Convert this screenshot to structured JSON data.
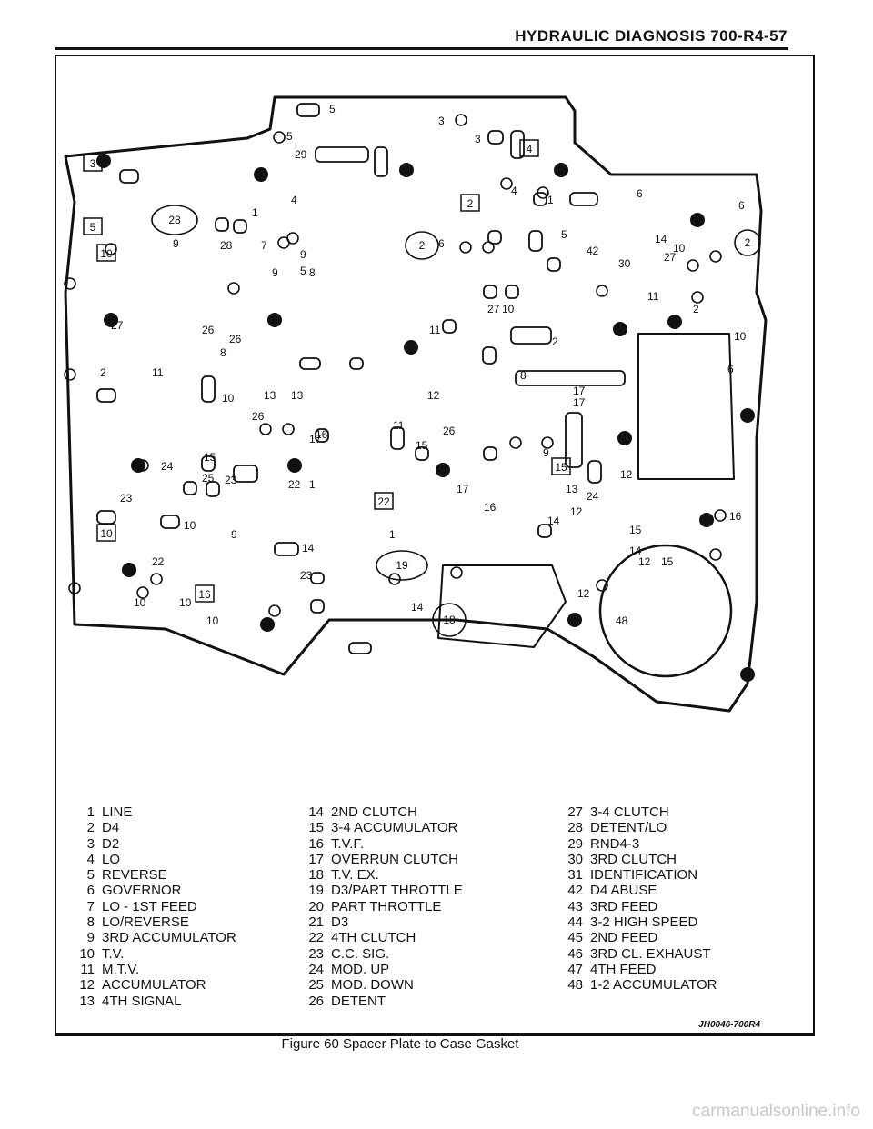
{
  "header": {
    "title": "HYDRAULIC DIAGNOSIS 700-R4-57"
  },
  "legend": {
    "col1": [
      {
        "num": "1",
        "label": "LINE"
      },
      {
        "num": "2",
        "label": "D4"
      },
      {
        "num": "3",
        "label": "D2"
      },
      {
        "num": "4",
        "label": "LO"
      },
      {
        "num": "5",
        "label": "REVERSE"
      },
      {
        "num": "6",
        "label": "GOVERNOR"
      },
      {
        "num": "7",
        "label": "LO - 1ST FEED"
      },
      {
        "num": "8",
        "label": "LO/REVERSE"
      },
      {
        "num": "9",
        "label": "3RD ACCUMULATOR"
      },
      {
        "num": "10",
        "label": "T.V."
      },
      {
        "num": "11",
        "label": "M.T.V."
      },
      {
        "num": "12",
        "label": "ACCUMULATOR"
      },
      {
        "num": "13",
        "label": "4TH SIGNAL"
      }
    ],
    "col2": [
      {
        "num": "14",
        "label": "2ND CLUTCH"
      },
      {
        "num": "15",
        "label": "3-4 ACCUMULATOR"
      },
      {
        "num": "16",
        "label": "T.V.F."
      },
      {
        "num": "17",
        "label": "OVERRUN CLUTCH"
      },
      {
        "num": "18",
        "label": "T.V. EX."
      },
      {
        "num": "19",
        "label": "D3/PART THROTTLE"
      },
      {
        "num": "20",
        "label": "PART THROTTLE"
      },
      {
        "num": "21",
        "label": "D3"
      },
      {
        "num": "22",
        "label": "4TH CLUTCH"
      },
      {
        "num": "23",
        "label": "C.C. SIG."
      },
      {
        "num": "24",
        "label": "MOD. UP"
      },
      {
        "num": "25",
        "label": "MOD. DOWN"
      },
      {
        "num": "26",
        "label": "DETENT"
      }
    ],
    "col3": [
      {
        "num": "27",
        "label": "3-4 CLUTCH"
      },
      {
        "num": "28",
        "label": "DETENT/LO"
      },
      {
        "num": "29",
        "label": "RND4-3"
      },
      {
        "num": "30",
        "label": "3RD CLUTCH"
      },
      {
        "num": "31",
        "label": "IDENTIFICATION"
      },
      {
        "num": "42",
        "label": "D4 ABUSE"
      },
      {
        "num": "43",
        "label": "3RD FEED"
      },
      {
        "num": "44",
        "label": "3-2 HIGH SPEED"
      },
      {
        "num": "45",
        "label": "2ND FEED"
      },
      {
        "num": "46",
        "label": "3RD CL. EXHAUST"
      },
      {
        "num": "47",
        "label": "4TH FEED"
      },
      {
        "num": "48",
        "label": "1-2 ACCUMULATOR"
      }
    ]
  },
  "diagram_labels": {
    "boxed": [
      "3",
      "5",
      "10",
      "10",
      "2",
      "4",
      "22",
      "15",
      "16"
    ],
    "circled": [
      "28",
      "2",
      "2",
      "19",
      "18"
    ],
    "numbers": [
      "5",
      "3",
      "5",
      "3",
      "29",
      "1",
      "4",
      "6",
      "6",
      "4",
      "1",
      "9",
      "28",
      "7",
      "9",
      "6",
      "5",
      "42",
      "27",
      "30",
      "14",
      "10",
      "9",
      "8",
      "5",
      "11",
      "2",
      "27",
      "10",
      "27",
      "26",
      "26",
      "8",
      "11",
      "2",
      "10",
      "6",
      "11",
      "8",
      "17",
      "2",
      "10",
      "13",
      "13",
      "12",
      "17",
      "26",
      "17",
      "26",
      "16",
      "11",
      "15",
      "24",
      "9",
      "15",
      "25",
      "23",
      "22",
      "1",
      "17",
      "12",
      "13",
      "24",
      "23",
      "16",
      "12",
      "14",
      "10",
      "9",
      "1",
      "15",
      "22",
      "14",
      "15",
      "12",
      "16",
      "14",
      "23",
      "10",
      "10",
      "12",
      "10",
      "48",
      "14"
    ],
    "code": "JH0046-700R4"
  },
  "caption": "Figure 60 Spacer Plate to Case Gasket",
  "watermark": "carmanualsonline.info"
}
